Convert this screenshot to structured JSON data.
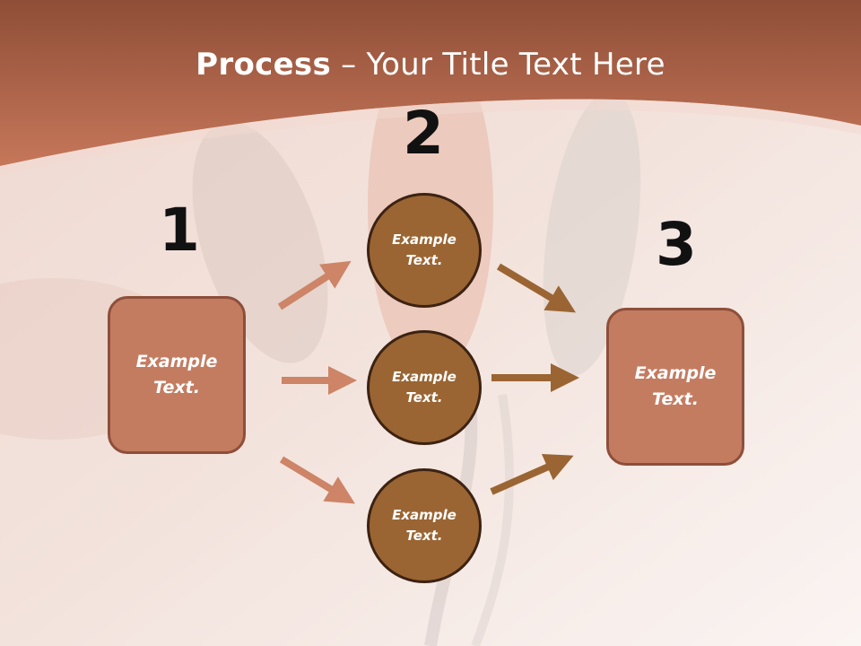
{
  "slide": {
    "title_bold": "Process",
    "title_sep": " – ",
    "title_rest": "Your Title Text Here"
  },
  "steps": {
    "num1": "1",
    "num2": "2",
    "num3": "3"
  },
  "left_box": {
    "text": "Example Text."
  },
  "circles": [
    {
      "text": "Example Text."
    },
    {
      "text": "Example Text."
    },
    {
      "text": "Example Text."
    }
  ],
  "right_box": {
    "text": "Example Text."
  },
  "colors": {
    "header": "#b8674a",
    "box_fill": "#c47c61",
    "circle_fill": "#9a6533",
    "arrow_left": "#cd8467",
    "arrow_right": "#9a6533"
  }
}
